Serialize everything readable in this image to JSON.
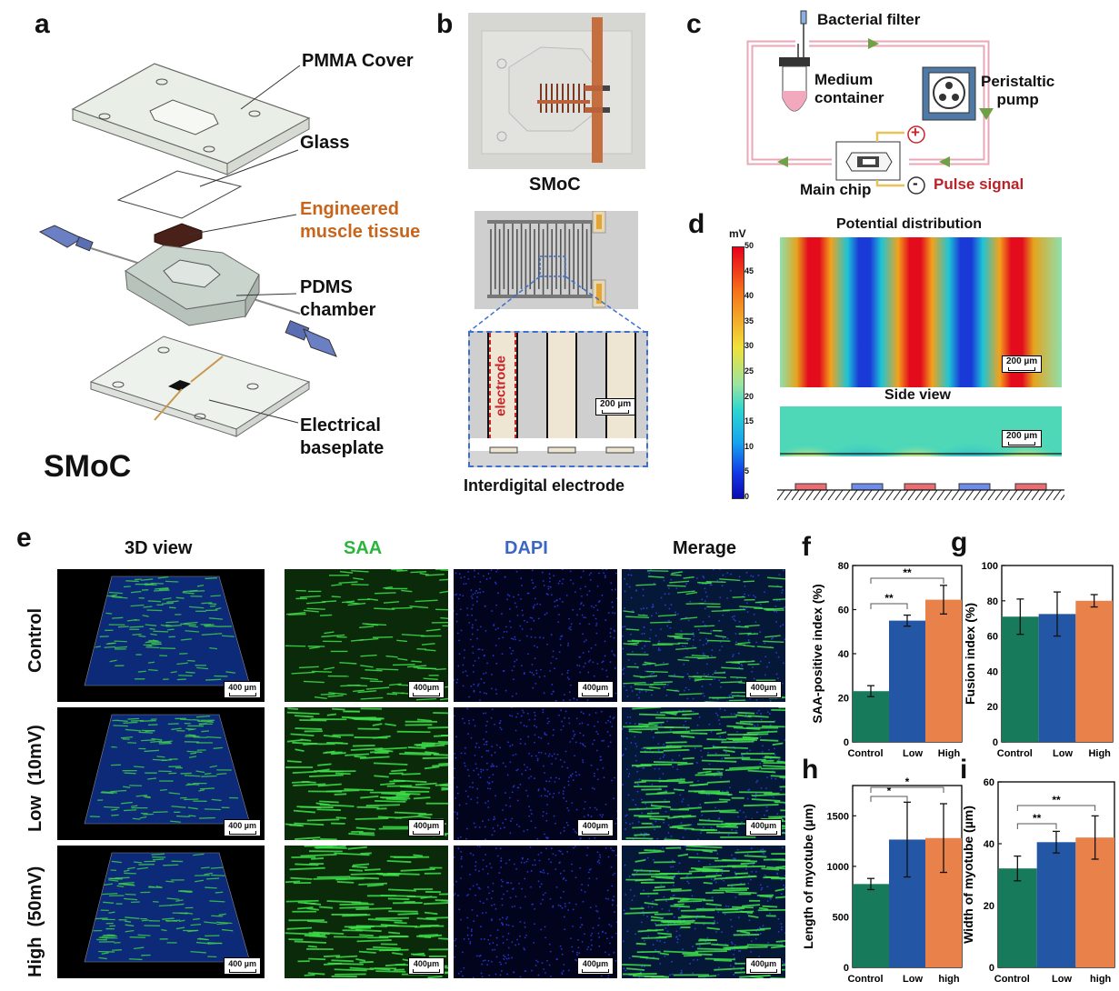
{
  "panels": {
    "a": {
      "letter": "a",
      "labels": {
        "pmma": "PMMA Cover",
        "glass": "Glass",
        "tissue": "Engineered\nmuscle tissue",
        "pdms": "PDMS\nchamber",
        "baseplate": "Electrical\nbaseplate",
        "smoc": "SMoC"
      }
    },
    "b": {
      "letter": "b",
      "smoc_label": "SMoC",
      "electrode_word": "electrode",
      "scale": "200 µm",
      "caption": "Interdigital electrode"
    },
    "c": {
      "letter": "c",
      "filter": "Bacterial filter",
      "container": "Medium\ncontainer",
      "pump": "Peristaltic\npump",
      "chip": "Main chip",
      "pulse": "Pulse signal",
      "plus": "+",
      "minus": "-"
    },
    "d": {
      "letter": "d",
      "unit": "mV",
      "title": "Potential distribution",
      "side": "Side view",
      "scale": "200 µm",
      "ticks": [
        "50",
        "45",
        "40",
        "35",
        "30",
        "25",
        "20",
        "15",
        "10",
        "5",
        "0"
      ]
    },
    "e": {
      "letter": "e",
      "columns": [
        "3D view",
        "SAA",
        "DAPI",
        "Merage"
      ],
      "rows": [
        "Control",
        "Low  (10mV)",
        "High  (50mV)"
      ],
      "scale_3d": "400 µm",
      "scale_2d": "400µm"
    }
  },
  "chart_data": [
    {
      "panel": "f",
      "type": "bar",
      "categories": [
        "Control",
        "Low",
        "High"
      ],
      "values": [
        23,
        55,
        64.5
      ],
      "errors": [
        2.5,
        2.5,
        6.5
      ],
      "ylabel": "SAA-positive index (%)",
      "ylim": [
        0,
        80
      ],
      "yticks": [
        "0",
        "20",
        "40",
        "60",
        "80"
      ],
      "colors": [
        "#167a5b",
        "#2456a6",
        "#e8814a"
      ],
      "significance": [
        {
          "from": 0,
          "to": 1,
          "label": "**"
        },
        {
          "from": 0,
          "to": 2,
          "label": "**"
        }
      ]
    },
    {
      "panel": "g",
      "type": "bar",
      "categories": [
        "Control",
        "Low",
        "High"
      ],
      "values": [
        71,
        72.5,
        80
      ],
      "errors": [
        10,
        12.5,
        3.5
      ],
      "ylabel": "Fusion index (%)",
      "ylim": [
        0,
        100
      ],
      "yticks": [
        "0",
        "20",
        "40",
        "60",
        "80",
        "100"
      ],
      "colors": [
        "#167a5b",
        "#2456a6",
        "#e8814a"
      ],
      "significance": []
    },
    {
      "panel": "h",
      "type": "bar",
      "categories": [
        "Control",
        "Low",
        "high"
      ],
      "values": [
        825,
        1265,
        1280
      ],
      "errors": [
        55,
        370,
        340
      ],
      "ylabel": "Length of myotube (µm)",
      "ylim": [
        0,
        1800
      ],
      "yticks": [
        "0",
        "500",
        "1000",
        "1500"
      ],
      "colors": [
        "#167a5b",
        "#2456a6",
        "#e8814a"
      ],
      "significance": [
        {
          "from": 0,
          "to": 1,
          "label": "*"
        },
        {
          "from": 0,
          "to": 2,
          "label": "*"
        }
      ]
    },
    {
      "panel": "i",
      "type": "bar",
      "categories": [
        "Control",
        "Low",
        "high"
      ],
      "values": [
        32,
        40.5,
        42
      ],
      "errors": [
        4,
        3.5,
        7
      ],
      "ylabel": "Width of myotube (µm)",
      "ylim": [
        0,
        60
      ],
      "yticks": [
        "0",
        "20",
        "40",
        "60"
      ],
      "colors": [
        "#167a5b",
        "#2456a6",
        "#e8814a"
      ],
      "significance": [
        {
          "from": 0,
          "to": 1,
          "label": "**"
        },
        {
          "from": 0,
          "to": 2,
          "label": "**"
        }
      ]
    }
  ]
}
